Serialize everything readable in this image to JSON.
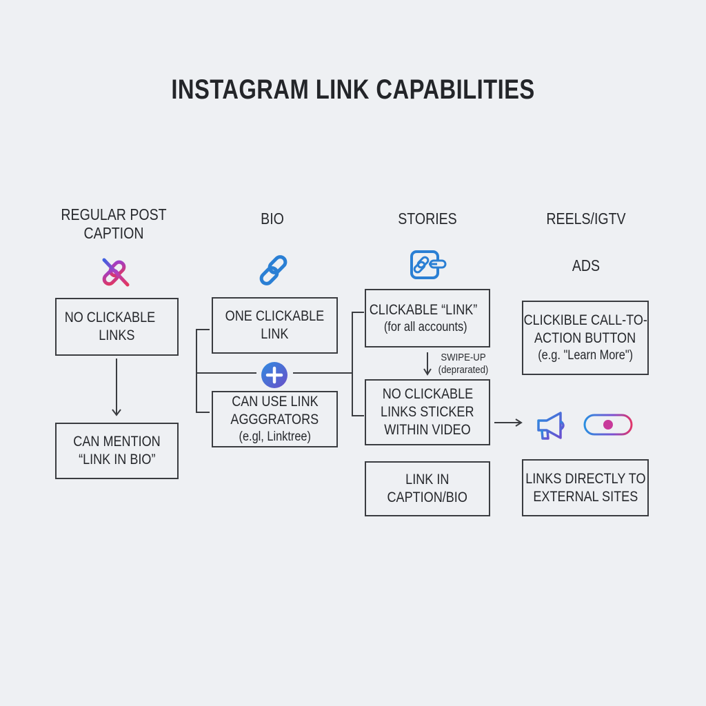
{
  "title": "INSTAGRAM LINK CAPABILITIES",
  "columns": {
    "regular_post": {
      "heading_line1": "REGULAR POST",
      "heading_line2": "CAPTION",
      "icon": "broken-link-icon",
      "box1_line1": "NO CLICKABLE",
      "box1_line2": "LINKS",
      "box2_line1": "CAN MENTION",
      "box2_line2": "“LINK IN BIO”"
    },
    "bio": {
      "heading": "BIO",
      "icon": "link-icon",
      "box1_line1": "ONE CLICKABLE",
      "box1_line2": "LINK",
      "connector_icon": "plus-icon",
      "box2_line1": "CAN USE LINK",
      "box2_line2": "AGGGRATORS",
      "box2_line3": "(e.gl, Linktree)"
    },
    "stories": {
      "heading": "STORIES",
      "icon": "link-sticker-icon",
      "box1_line1": "CLICKABLE “LINK”",
      "box1_line2": "(for all accounts)",
      "note_line1": "SWIPE-UP",
      "note_line2": "(deprarated)",
      "box2_line1": "NO CLICKABLE",
      "box2_line2": "LINKS STICKER",
      "box2_line3": "WITHIN VIDEO",
      "box3_line1": "LINK IN",
      "box3_line2": "CAPTION/BIO"
    },
    "reels_ads": {
      "heading": "REELS/IGTV",
      "subheading": "ADS",
      "box1_line1": "CLICKIBLE CALL-TO-",
      "box1_line2": "ACTION BUTTON",
      "box1_line3": "(e.g. \"Learn More\")",
      "icons": [
        "megaphone-icon",
        "toggle-button-icon"
      ],
      "box2_line1": "LINKS DIRECTLY TO",
      "box2_line2": "EXTERNAL SITES"
    }
  },
  "colors": {
    "background": "#eef0f3",
    "text": "#24262a",
    "blue": "#2a7fd4",
    "purple": "#6a4fd0",
    "pink": "#e0356a"
  }
}
